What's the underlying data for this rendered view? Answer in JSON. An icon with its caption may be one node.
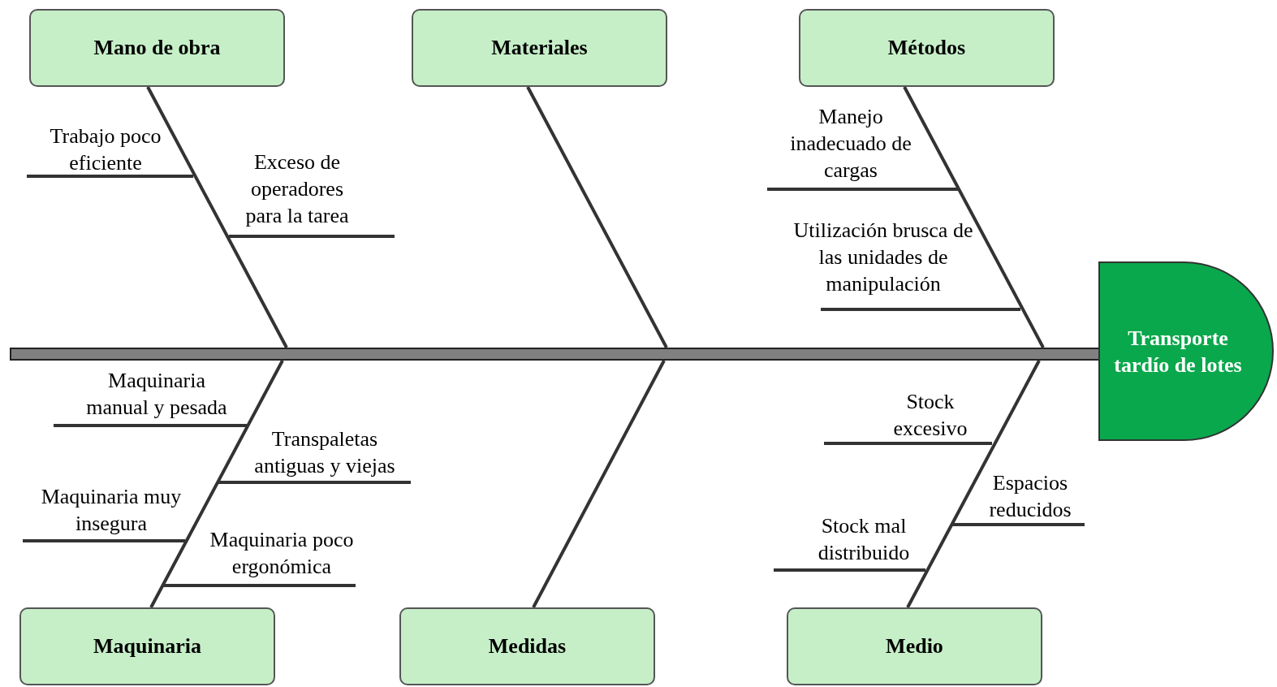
{
  "diagram": {
    "nodes": [
      {
        "text": [
          "Mano de obra"
        ]
      },
      {
        "text": [
          "Materiales"
        ]
      },
      {
        "text": [
          "Métodos"
        ]
      },
      {
        "text": [
          "Maquinaria"
        ]
      },
      {
        "text": [
          "Medidas"
        ]
      },
      {
        "text": [
          "Medio"
        ]
      },
      {
        "text": [],
        "shape": "bar"
      },
      {
        "text": [
          "Transporte tardío de lotes"
        ]
      },
      {
        "text": [
          "Trabajo poco eficiente"
        ]
      },
      {
        "text": [
          "Exceso de operadores para la tarea"
        ]
      },
      {
        "text": [
          "Manejo inadecuado de cargas"
        ]
      },
      {
        "text": [
          "Utilización brusca de las unidades de manipulación"
        ]
      },
      {
        "text": [
          "Maquinaria manual y pesada"
        ]
      },
      {
        "text": [
          "Transpaletas antiguas y viejas"
        ]
      },
      {
        "text": [
          "Maquinaria muy insegura"
        ]
      },
      {
        "text": [
          "Maquinaria poco ergonómica"
        ]
      },
      {
        "text": [
          "Stock excesivo"
        ]
      },
      {
        "text": [
          "Espacios reducidos"
        ]
      },
      {
        "text": [
          "Stock mal distribuido"
        ]
      }
    ],
    "edges": [
      {
        "from": 0,
        "to": 6,
        "arrow": "none"
      },
      {
        "from": 1,
        "to": 6,
        "arrow": "none"
      },
      {
        "from": 2,
        "to": 6,
        "arrow": "none"
      },
      {
        "from": 3,
        "to": 6,
        "arrow": "none"
      },
      {
        "from": 4,
        "to": 6,
        "arrow": "none"
      },
      {
        "from": 5,
        "to": 6,
        "arrow": "none"
      },
      {
        "from": 8,
        "to": null,
        "arrow": "none"
      },
      {
        "from": 9,
        "to": null,
        "arrow": "none"
      },
      {
        "from": 10,
        "to": null,
        "arrow": "none"
      },
      {
        "from": 11,
        "to": null,
        "arrow": "none"
      },
      {
        "from": 12,
        "to": null,
        "arrow": "none"
      },
      {
        "from": 13,
        "to": null,
        "arrow": "none"
      },
      {
        "from": 14,
        "to": null,
        "arrow": "none"
      },
      {
        "from": 15,
        "to": null,
        "arrow": "none"
      },
      {
        "from": 16,
        "to": null,
        "arrow": "none"
      },
      {
        "from": 17,
        "to": null,
        "arrow": "none"
      },
      {
        "from": 18,
        "to": null,
        "arrow": "none"
      }
    ]
  }
}
